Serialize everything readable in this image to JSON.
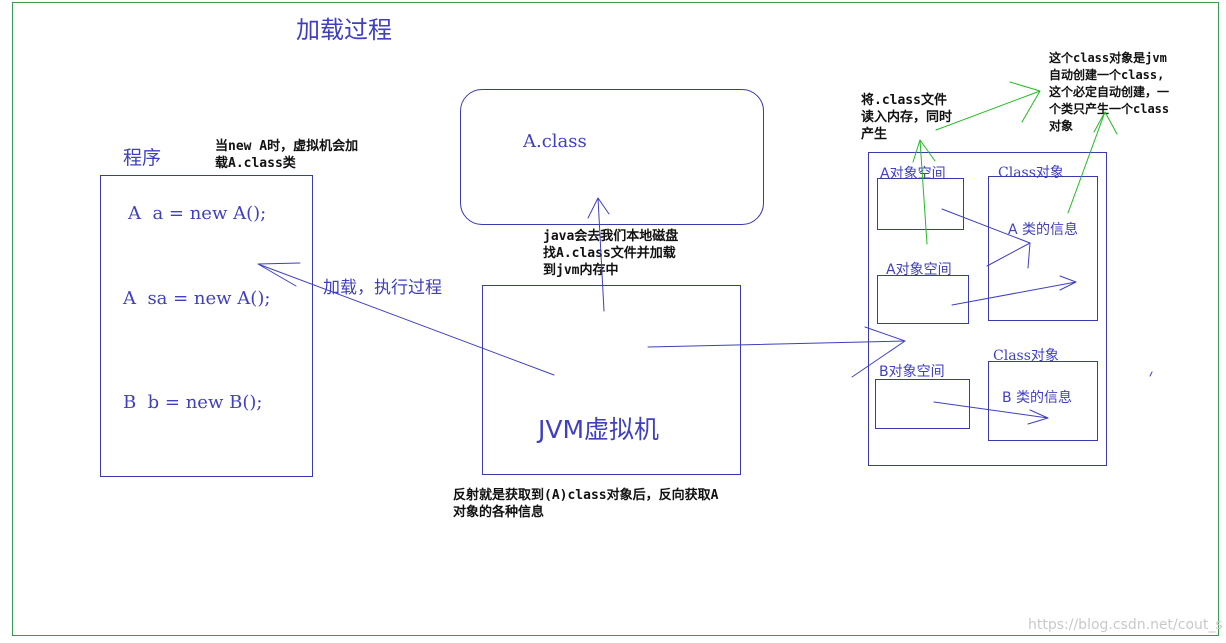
{
  "title": "加载过程",
  "program": {
    "label": "程序",
    "lines": [
      "A  a = new A();",
      "A  sa = new A();",
      "B  b = new B();"
    ]
  },
  "notes": {
    "new_note": "当new A时，虚拟机会加\n载A.class类",
    "load_arrow_label": "加载，执行过程",
    "disk_note": "java会去我们本地磁盘\n找A.class文件并加载\n到jvm内存中",
    "reflect_note": "反射就是获取到(A)class对象后，反向获取A\n对象的各种信息",
    "read_note": "将.class文件\n读入内存，同时\n产生",
    "jvm_note": "这个class对象是jvm\n自动创建一个class,\n这个必定自动创建，一\n个类只产生一个class\n对象"
  },
  "class_box": {
    "label": "A.class"
  },
  "jvm_box": {
    "label": "JVM虚拟机"
  },
  "memory": {
    "a_space_1": "A对象空间",
    "a_space_2": "A对象空间",
    "b_space": "B对象空间",
    "class_obj_a": "Class对象",
    "class_obj_a_info": "A 类的信息",
    "class_obj_b": "Class对象",
    "class_obj_b_info": "B 类的信息"
  },
  "watermark": "https://blog.csdn.net/cout_s",
  "colors": {
    "blue": "#3f3fbf",
    "green": "#22bb22",
    "frame": "#3a9a52",
    "black": "#111111"
  }
}
